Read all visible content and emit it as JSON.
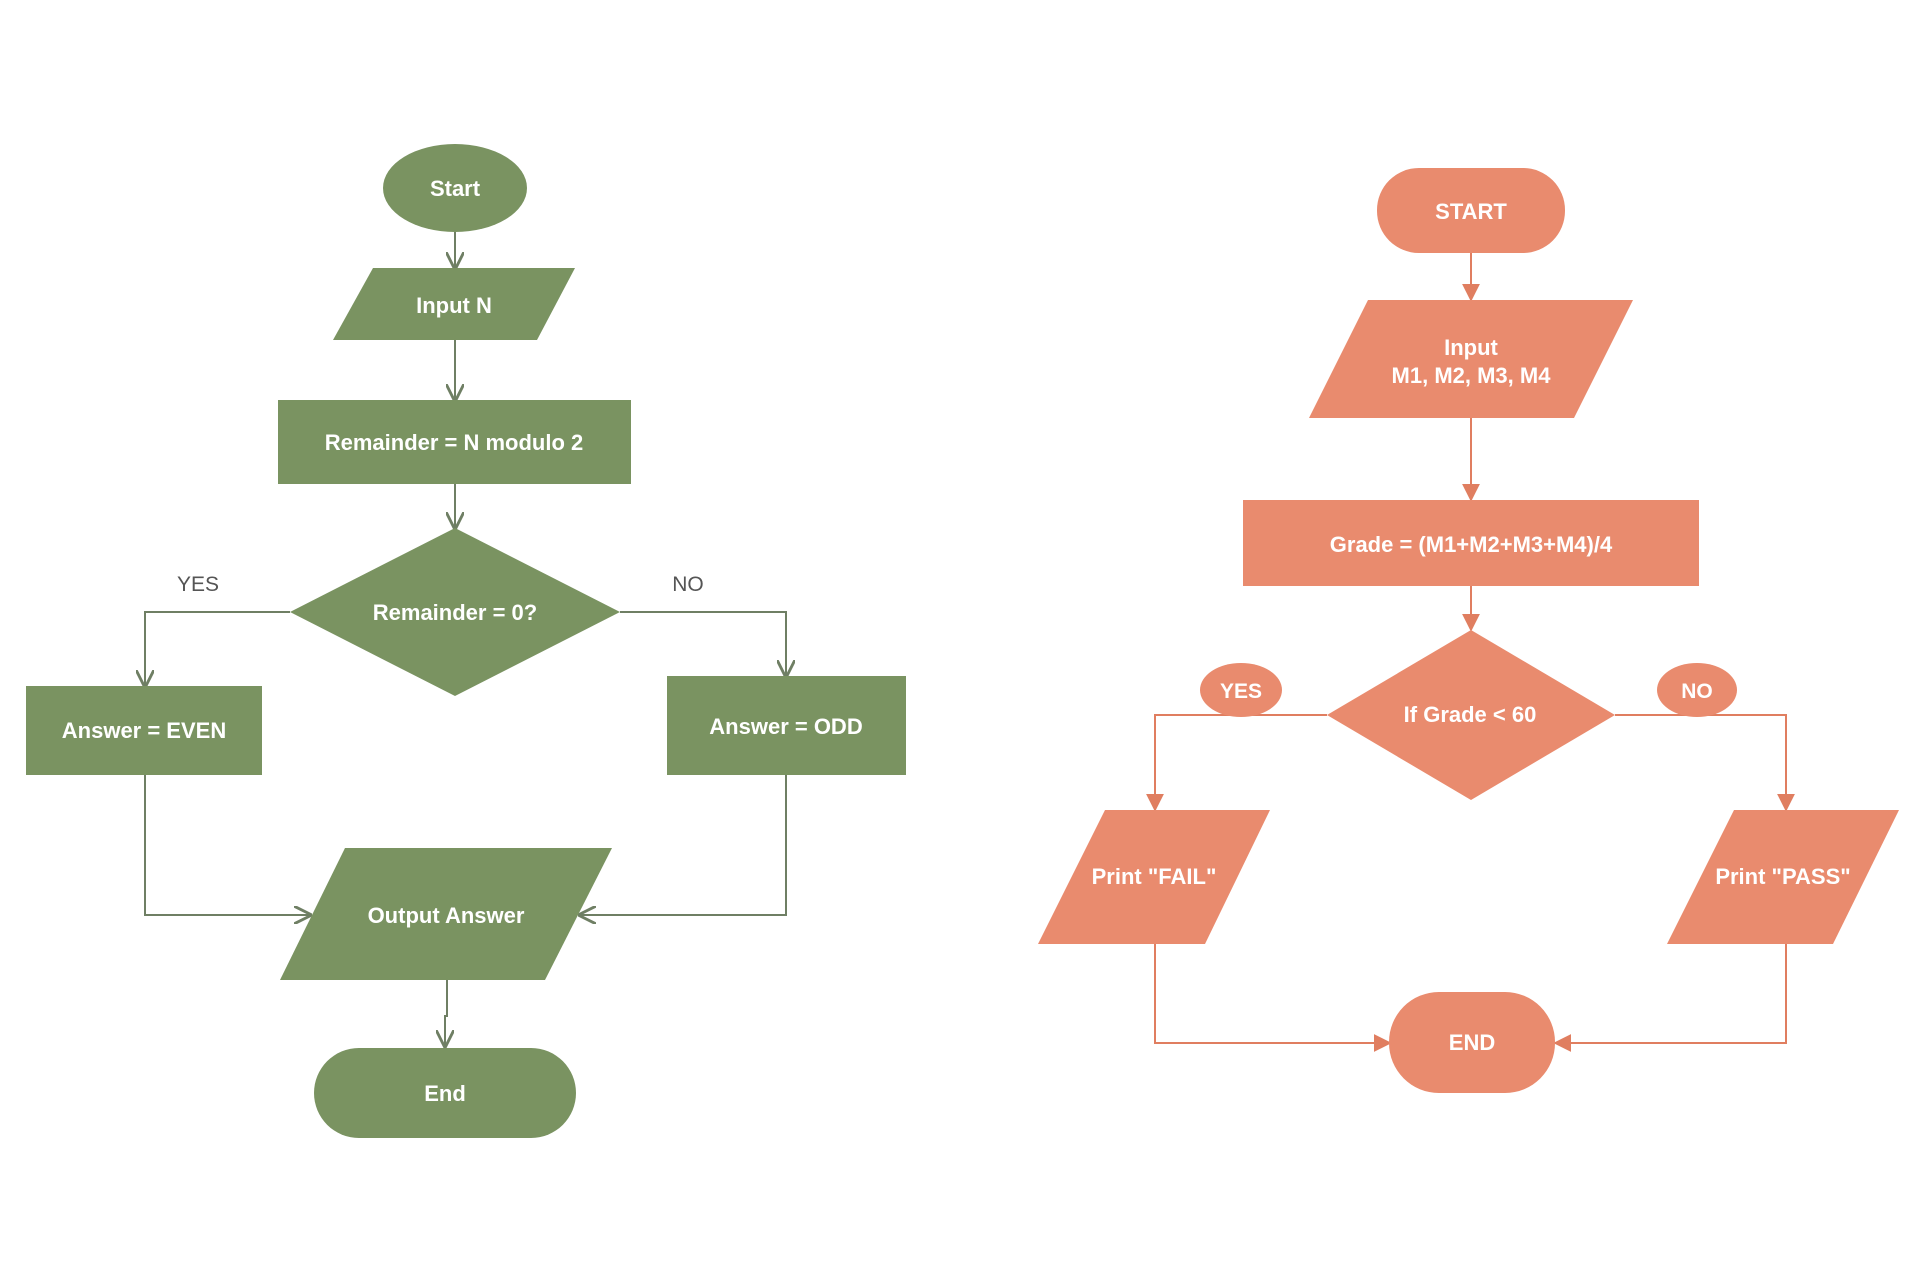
{
  "colors": {
    "green": "#7a9361",
    "orange": "#e98b6e",
    "edge_green": "#6f7f64",
    "edge_orange": "#e07e60",
    "background": "#ffffff"
  },
  "left_flow": {
    "start": "Start",
    "input": "Input N",
    "remainder": "Remainder = N modulo 2",
    "decision": "Remainder = 0?",
    "yes": "YES",
    "no": "NO",
    "even": "Answer = EVEN",
    "odd": "Answer = ODD",
    "output": "Output Answer",
    "end": "End"
  },
  "right_flow": {
    "start": "START",
    "input_line1": "Input",
    "input_line2": "M1, M2, M3, M4",
    "grade": "Grade = (M1+M2+M3+M4)/4",
    "decision": "If Grade  < 60",
    "yes": "YES",
    "no": "NO",
    "fail": "Print \"FAIL\"",
    "pass": "Print \"PASS\"",
    "end": "END"
  }
}
